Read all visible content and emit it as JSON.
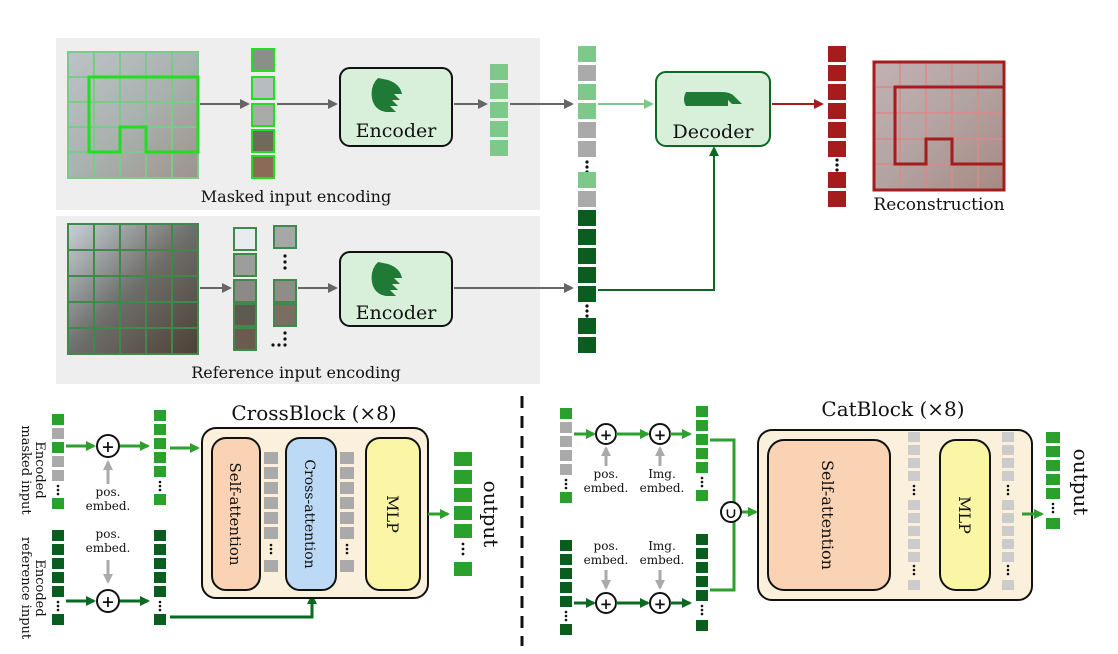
{
  "top": {
    "masked_caption": "Masked input encoding",
    "reference_caption": "Reference input encoding",
    "encoder_label": "Encoder",
    "decoder_label": "Decoder",
    "reconstruction_caption": "Reconstruction"
  },
  "cross": {
    "title": "CrossBlock (×8)",
    "in_masked": [
      "Encoded",
      "masked input"
    ],
    "in_reference": [
      "Encoded",
      "reference input"
    ],
    "pos_embed": [
      "pos.",
      "embed."
    ],
    "self_attention": "Self-attention",
    "cross_attention": "Cross-attention",
    "mlp": "MLP",
    "output": "output"
  },
  "cat": {
    "title": "CatBlock (×8)",
    "pos_embed": [
      "pos.",
      "embed."
    ],
    "img_embed": [
      "Img.",
      "embed."
    ],
    "union_symbol": "∪",
    "self_attention": "Self-attention",
    "mlp": "MLP",
    "output": "output"
  },
  "colors": {
    "light_green": "#7cc98a",
    "green": "#2ca02c",
    "dark_green": "#0b5c1f",
    "gray": "#aaaaaa",
    "dark_red": "#a61b1b",
    "panel_bg": "#eeeeee",
    "encoder_fill": "#d8efd9",
    "self_attn_fill": "#f9d3b4",
    "cross_attn_fill": "#bcd9f5",
    "mlp_fill": "#fbf6a5",
    "block_fill": "#fbf0dc"
  }
}
